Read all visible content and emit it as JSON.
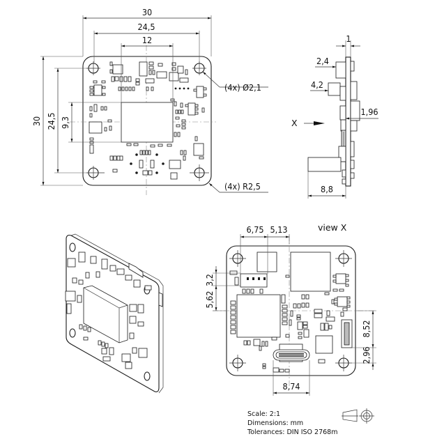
{
  "drawing": {
    "views": {
      "top": {
        "dimensions": {
          "width_overall": "30",
          "hole_spacing_h": "24,5",
          "chip_width": "12",
          "height_overall": "30",
          "hole_spacing_v": "24,5",
          "chip_offset": "9,3"
        },
        "callouts": {
          "holes": "(4x) Ø2,1",
          "corner_radius": "(4x) R2,5"
        }
      },
      "side": {
        "dimensions": {
          "board_thickness": "1",
          "comp_height_1": "2,4",
          "comp_height_2": "4,2",
          "back_height": "1,96",
          "connector_depth": "8,8"
        },
        "view_arrow_label": "X"
      },
      "view_x": {
        "title": "view X",
        "dimensions": {
          "conn_offset_a": "6,75",
          "conn_offset_b": "5,13",
          "left_v_a": "5,62",
          "left_v_b": "3,2",
          "right_v_a": "8,52",
          "right_v_b": "2,96",
          "usb_width": "8,74"
        }
      }
    },
    "title_block": {
      "scale": "Scale: 2:1",
      "dimensions_unit": "Dimensions: mm",
      "tolerances": "Tolerances: DIN ISO 2768m"
    },
    "symbols": [
      "first-angle-projection-cone-icon",
      "crosshair-circle-icon"
    ]
  }
}
